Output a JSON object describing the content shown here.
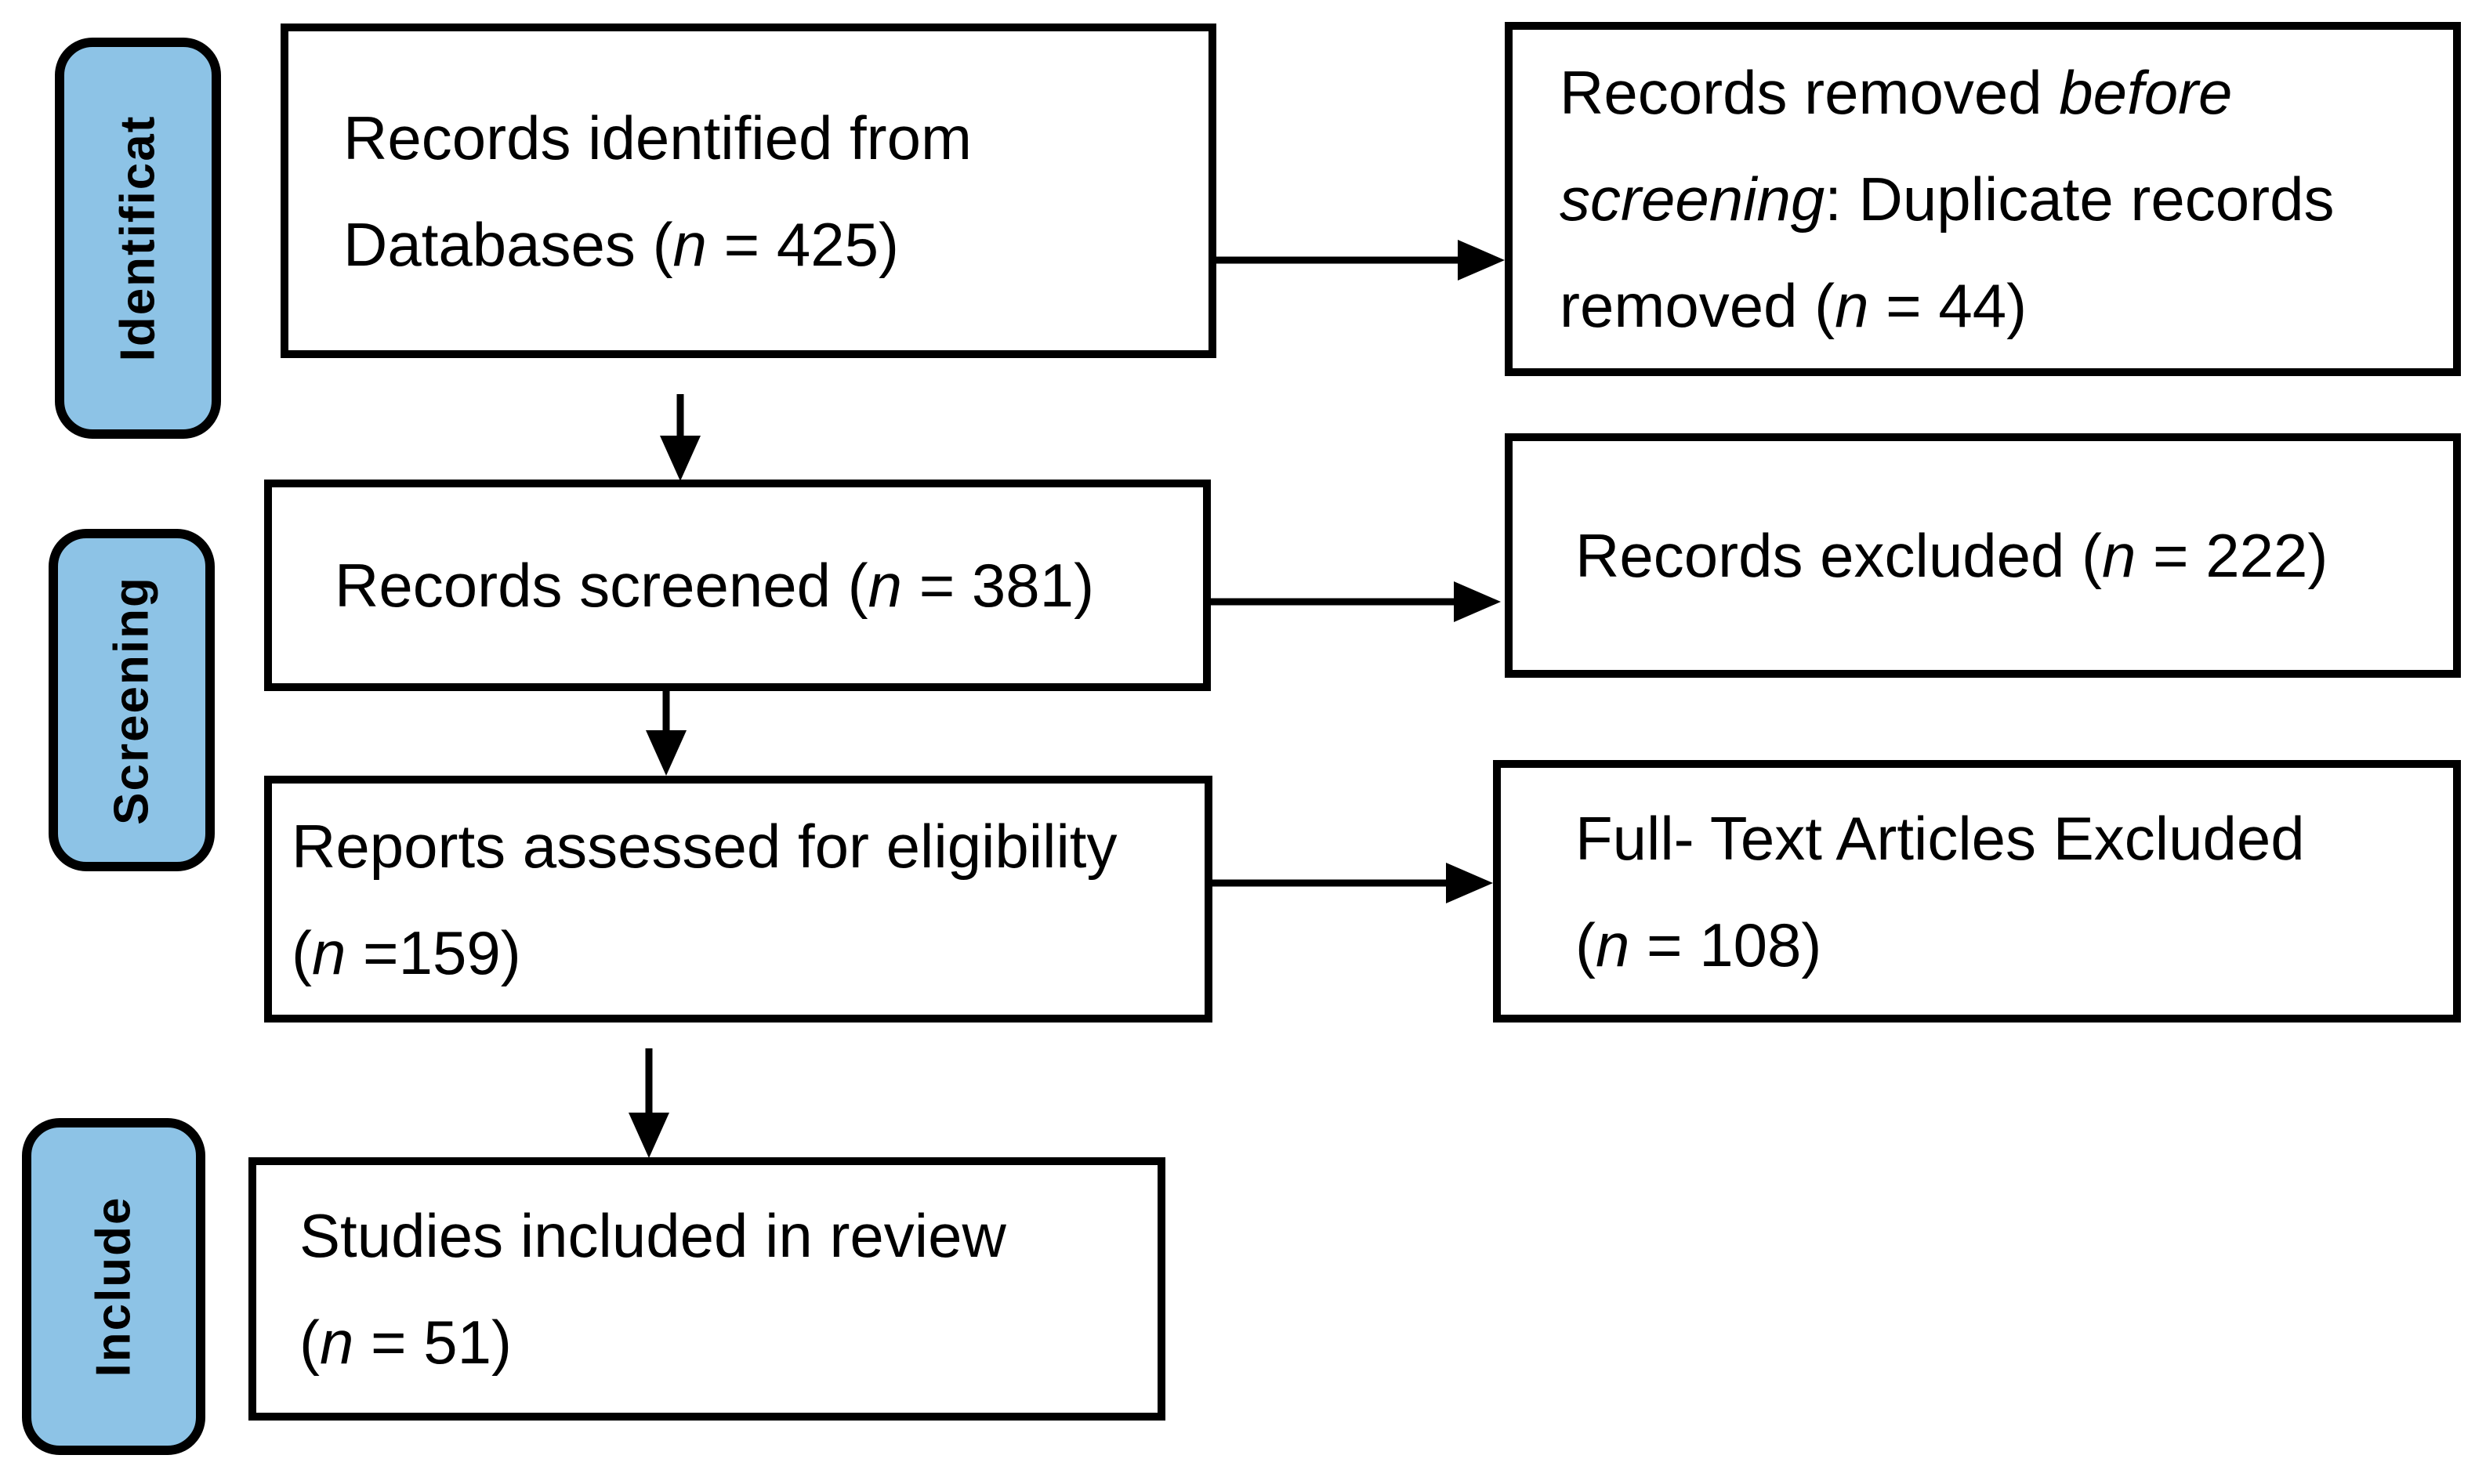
{
  "colors": {
    "stage-fill": "#8dc3e6",
    "stroke": "#000000",
    "box-bg": "#ffffff"
  },
  "stages": [
    {
      "id": "identification",
      "label": "Identificat"
    },
    {
      "id": "screening",
      "label": "Screening"
    },
    {
      "id": "include",
      "label": "Include"
    }
  ],
  "boxes": {
    "identified": {
      "line1": "Records identified from",
      "line2_pre": "Databases (",
      "line2_n": "n",
      "line2_post": " = 425)"
    },
    "removed": {
      "line1_pre": "Records removed ",
      "line1_italic": "before",
      "line2_italic": "screening",
      "line2_post": ": Duplicate records",
      "line3_pre": "removed (",
      "line3_n": "n",
      "line3_post": " = 44)"
    },
    "screened": {
      "line1_pre": "Records screened (",
      "line1_n": "n",
      "line1_post": " = 381)"
    },
    "excluded": {
      "line1_pre": "Records excluded (",
      "line1_n": "n",
      "line1_post": " = 222)"
    },
    "assessed": {
      "line1": "Reports assessed for eligibility",
      "line2_pre": "(",
      "line2_n": "n",
      "line2_post": " =159)"
    },
    "fulltext_excluded": {
      "line1": "Full- Text Articles Excluded",
      "line2_pre": "(",
      "line2_n": "n",
      "line2_post": " = 108)"
    },
    "included": {
      "line1": "Studies included in review",
      "line2_pre": "(",
      "line2_n": "n",
      "line2_post": " = 51)"
    }
  }
}
